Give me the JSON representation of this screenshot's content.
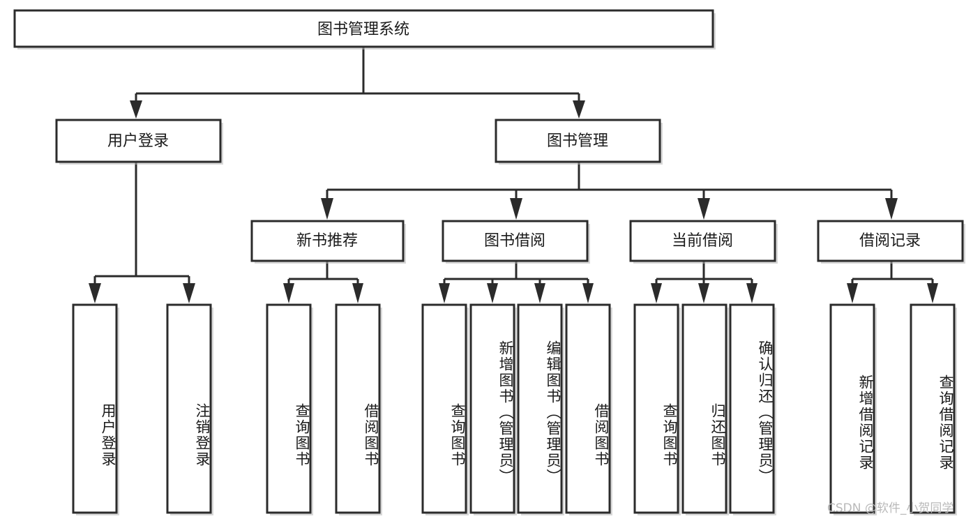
{
  "diagram": {
    "title": "图书管理系统",
    "type": "tree",
    "watermark": "CSDN @软件_小贺同学",
    "colors": {
      "stroke": "#2b2b2b",
      "fill": "#ffffff",
      "text": "#1a1a1a",
      "watermark": "#b9b9b9",
      "background": "#ffffff"
    },
    "root": {
      "id": "root",
      "label": "图书管理系统",
      "orientation": "horizontal"
    },
    "level2": [
      {
        "id": "user-login",
        "label": "用户登录",
        "orientation": "horizontal"
      },
      {
        "id": "book-manage",
        "label": "图书管理",
        "orientation": "horizontal"
      }
    ],
    "level3": [
      {
        "id": "new-book-recommend",
        "label": "新书推荐",
        "orientation": "horizontal",
        "parent": "book-manage"
      },
      {
        "id": "book-borrow",
        "label": "图书借阅",
        "orientation": "horizontal",
        "parent": "book-manage"
      },
      {
        "id": "current-borrow",
        "label": "当前借阅",
        "orientation": "horizontal",
        "parent": "book-manage"
      },
      {
        "id": "borrow-record",
        "label": "借阅记录",
        "orientation": "horizontal",
        "parent": "book-manage"
      }
    ],
    "leaves": [
      {
        "id": "leaf-user-login",
        "label": "用户登录",
        "orientation": "vertical",
        "parent": "user-login"
      },
      {
        "id": "leaf-user-logout",
        "label": "注销登录",
        "orientation": "vertical",
        "parent": "user-login"
      },
      {
        "id": "leaf-query-book-1",
        "label": "查询图书",
        "orientation": "vertical",
        "parent": "new-book-recommend"
      },
      {
        "id": "leaf-borrow-book-1",
        "label": "借阅图书",
        "orientation": "vertical",
        "parent": "new-book-recommend"
      },
      {
        "id": "leaf-query-book-2",
        "label": "查询图书",
        "orientation": "vertical",
        "parent": "book-borrow"
      },
      {
        "id": "leaf-add-book",
        "label": "新增图书（管理员）",
        "orientation": "vertical",
        "parent": "book-borrow"
      },
      {
        "id": "leaf-edit-book",
        "label": "编辑图书（管理员）",
        "orientation": "vertical",
        "parent": "book-borrow"
      },
      {
        "id": "leaf-borrow-book-2",
        "label": "借阅图书",
        "orientation": "vertical",
        "parent": "book-borrow"
      },
      {
        "id": "leaf-query-book-3",
        "label": "查询图书",
        "orientation": "vertical",
        "parent": "current-borrow"
      },
      {
        "id": "leaf-return-book",
        "label": "归还图书",
        "orientation": "vertical",
        "parent": "current-borrow"
      },
      {
        "id": "leaf-confirm-return",
        "label": "确认归还（管理员）",
        "orientation": "vertical",
        "parent": "current-borrow"
      },
      {
        "id": "leaf-add-record",
        "label": "新增借阅记录",
        "orientation": "vertical",
        "parent": "borrow-record"
      },
      {
        "id": "leaf-query-record",
        "label": "查询借阅记录",
        "orientation": "vertical",
        "parent": "borrow-record"
      }
    ]
  }
}
